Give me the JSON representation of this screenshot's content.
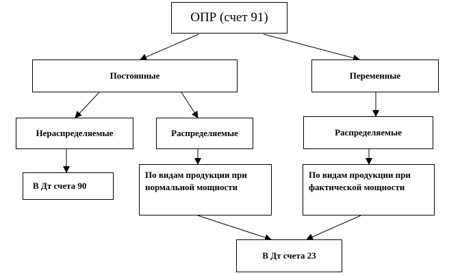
{
  "nodes": {
    "root": "ОПР (счет 91)",
    "fixed": "Постоянные",
    "variable": "Переменные",
    "fixed_undistributed": "Нераспределяемые",
    "fixed_distributed": "Распределяемые",
    "variable_distributed": "Распределяемые",
    "debit_90": "В Дт счета 90",
    "by_product_normal": "По видам продукции при нормальной мощности",
    "by_product_actual": "По видам продукции при фактической мощности",
    "debit_23": "В Дт счета 23"
  }
}
